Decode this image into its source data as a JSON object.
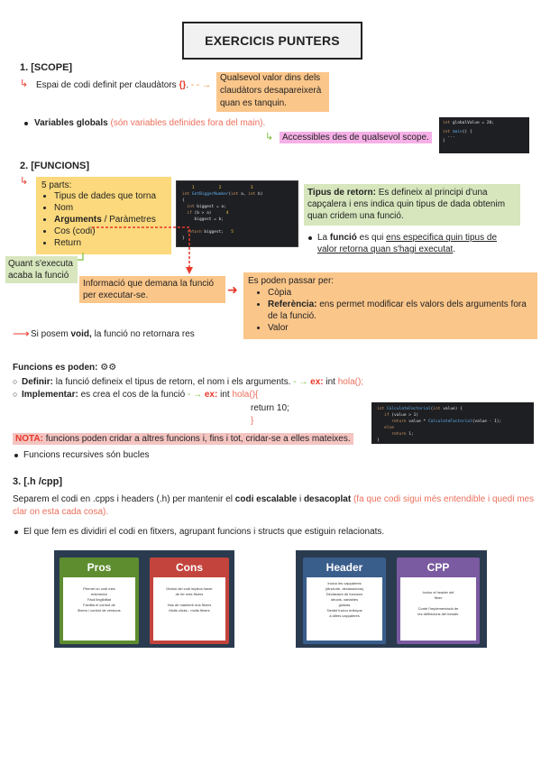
{
  "title": "EXERCICIS PUNTERS",
  "scope": {
    "heading": "1. [SCOPE]",
    "def_text": "Espai de codi definit per claudàtors",
    "braces": "{}",
    "dot": ".",
    "note": "Qualsevol valor dins dels claudàtors desapareixerà quan es tanquin.",
    "globals_label": "Variables globals",
    "globals_paren": "(són variables definides fora del main).",
    "accessible": "Accessibles des de qualsevol scope.",
    "code_lines": [
      "int globalValue = 20;",
      "",
      "int main() {",
      "  ...",
      "}"
    ]
  },
  "funcions": {
    "heading": "2. [FUNCIONS]",
    "parts_title": "5 parts:",
    "parts": [
      "Tipus de dades que torna",
      "Nom",
      "Arguments",
      "Cos (codi)",
      "Return"
    ],
    "arguments_suffix": " / Paràmetres",
    "quant": "Quant s'executa acaba la funció",
    "info": "Informació que demana la funció per executar-se.",
    "retorn_label": "Tipus de retorn:",
    "retorn_text": " Es defineix al principi d'una capçalera i ens indica quin tipus de dada obtenim quan cridem una funció.",
    "retorn_bullet_pre": "La ",
    "retorn_bullet_b": "funció",
    "retorn_bullet_mid": " es qui ",
    "retorn_bullet_u": "ens especifica quin tipus de valor retorna quan s'hagi executat",
    "retorn_bullet_end": ".",
    "pass_title": "Es poden passar per:",
    "pass_copia": "Còpia",
    "pass_ref_label": "Referència:",
    "pass_ref_text": " ens permet modificar els valors dels arguments fora de la funció.",
    "pass_valor": "Valor",
    "void_pre": "Si  posem ",
    "void_b": "void,",
    "void_post": " la funció no retornara res",
    "code_lines": [
      "1           2              3",
      "int GetBiggerNumber(int a, int b)",
      "{",
      "  int biggest = a;",
      "  if (b > a)         4",
      "     biggest = b;",
      "",
      "  return biggest;     5",
      "}"
    ]
  },
  "poden": {
    "title": "Funcions es poden:",
    "definir_label": "Definir:",
    "definir_text": " la funció defineix el tipus de retorn, el nom i els arguments.",
    "ex1_label": "ex:",
    "ex1_int": " int ",
    "ex1_fn": "hola();",
    "impl_label": "Implementar:",
    "impl_text": " es crea el cos de la funció",
    "ex2_label": "ex:",
    "ex2_int": " int ",
    "ex2_fn": "hola(){",
    "ret": "return 10;",
    "close": "}",
    "nota_label": "NOTA:",
    "nota_text": " funcions poden cridar a altres funcions i, fins i tot, cridar-se a elles mateixes.",
    "recursive": "Funcions recursives són bucles",
    "code_lines": [
      "int CalculateFactorial(int value) {",
      "   if (value > 1)",
      "      return value * CalculateFactorial(value - 1);",
      "   else",
      "      return 1;",
      "}"
    ]
  },
  "hcpp": {
    "heading": "3. [.h /cpp]",
    "para_pre": "Separem el codi en .cpps i headers (.h) per mantenir el ",
    "para_b1": "codi escalable",
    "para_mid": " i ",
    "para_b2": "desacoplat",
    "para_paren": " (fa que codi sigui més entendible i quedi mes clar on esta cada cosa).",
    "bullet": "El que fem es dividiri el codi en fitxers, agrupant funcions i structs que estiguin relacionats.",
    "pros_title": "Pros",
    "pros_lines": [
      "Permet un codi més",
      "entenedor",
      "Fàcil llegibilitat",
      "Facilita el control de",
      "fitxers i control de versions"
    ],
    "cons_title": "Cons",
    "cons_lines": [
      "Divisió del codi implica haver",
      "de fer més fitxers",
      "",
      "Has de mantenir dos fitxers",
      "Molts clicks - molts fitxers"
    ],
    "header_title": "Header",
    "header_lines": [
      "Inclou les capçaleres",
      "(#include, declaracions)",
      "",
      "Declaració de funcions",
      "structs, variables",
      "globals",
      "",
      "També inclou enllaços",
      "a altres capçaleres"
    ],
    "cpp_title": "CPP",
    "cpp_lines": [
      "Inclou el header del",
      "fitxer",
      "",
      "Conté l'implementació de",
      "les definicions del header"
    ],
    "colors": {
      "dark": "#2b3b4f",
      "pros_green": "#5e8d2f",
      "cons_red": "#c3443d",
      "header_blue": "#3a5e8c",
      "cpp_purple": "#7a5aa0"
    }
  }
}
